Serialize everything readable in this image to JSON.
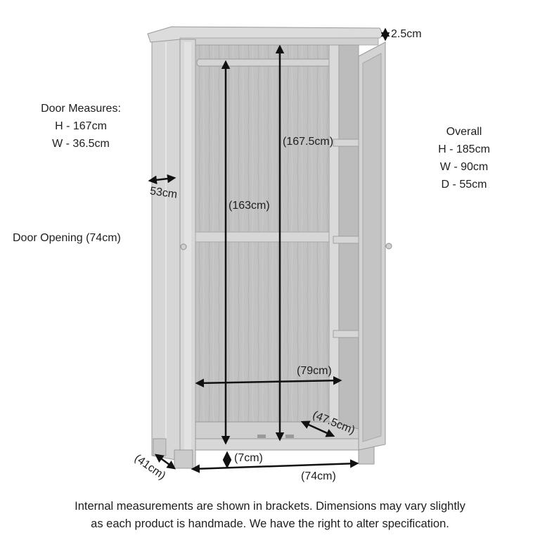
{
  "diagram": {
    "subject": "two-door wardrobe with open right door",
    "colors": {
      "background": "#ffffff",
      "wood_light": "#d9d9d9",
      "wood_mid": "#c4c4c4",
      "wood_dark": "#a8a8a8",
      "interior": "#bdbdbd",
      "arrow": "#111111",
      "text": "#1e1e1e"
    }
  },
  "door_measures": {
    "title": "Door Measures:",
    "height": "H - 167cm",
    "width": "W - 36.5cm"
  },
  "door_opening": "Door Opening (74cm)",
  "overall": {
    "title": "Overall",
    "height": "H - 185cm",
    "width": "W - 90cm",
    "depth": "D - 55cm"
  },
  "dimensions": {
    "cornice": "2.5cm",
    "side_depth": "53cm",
    "internal_height_rail": "(163cm)",
    "internal_height_full": "(167.5cm)",
    "internal_width": "(79cm)",
    "internal_depth": "(47.5cm)",
    "plinth_height": "(7cm)",
    "base_width": "(74cm)",
    "base_depth": "(41cm)"
  },
  "footnote": {
    "line1": "Internal measurements are shown in brackets. Dimensions may vary slightly",
    "line2": "as each product is handmade. We have the right to alter specification."
  }
}
